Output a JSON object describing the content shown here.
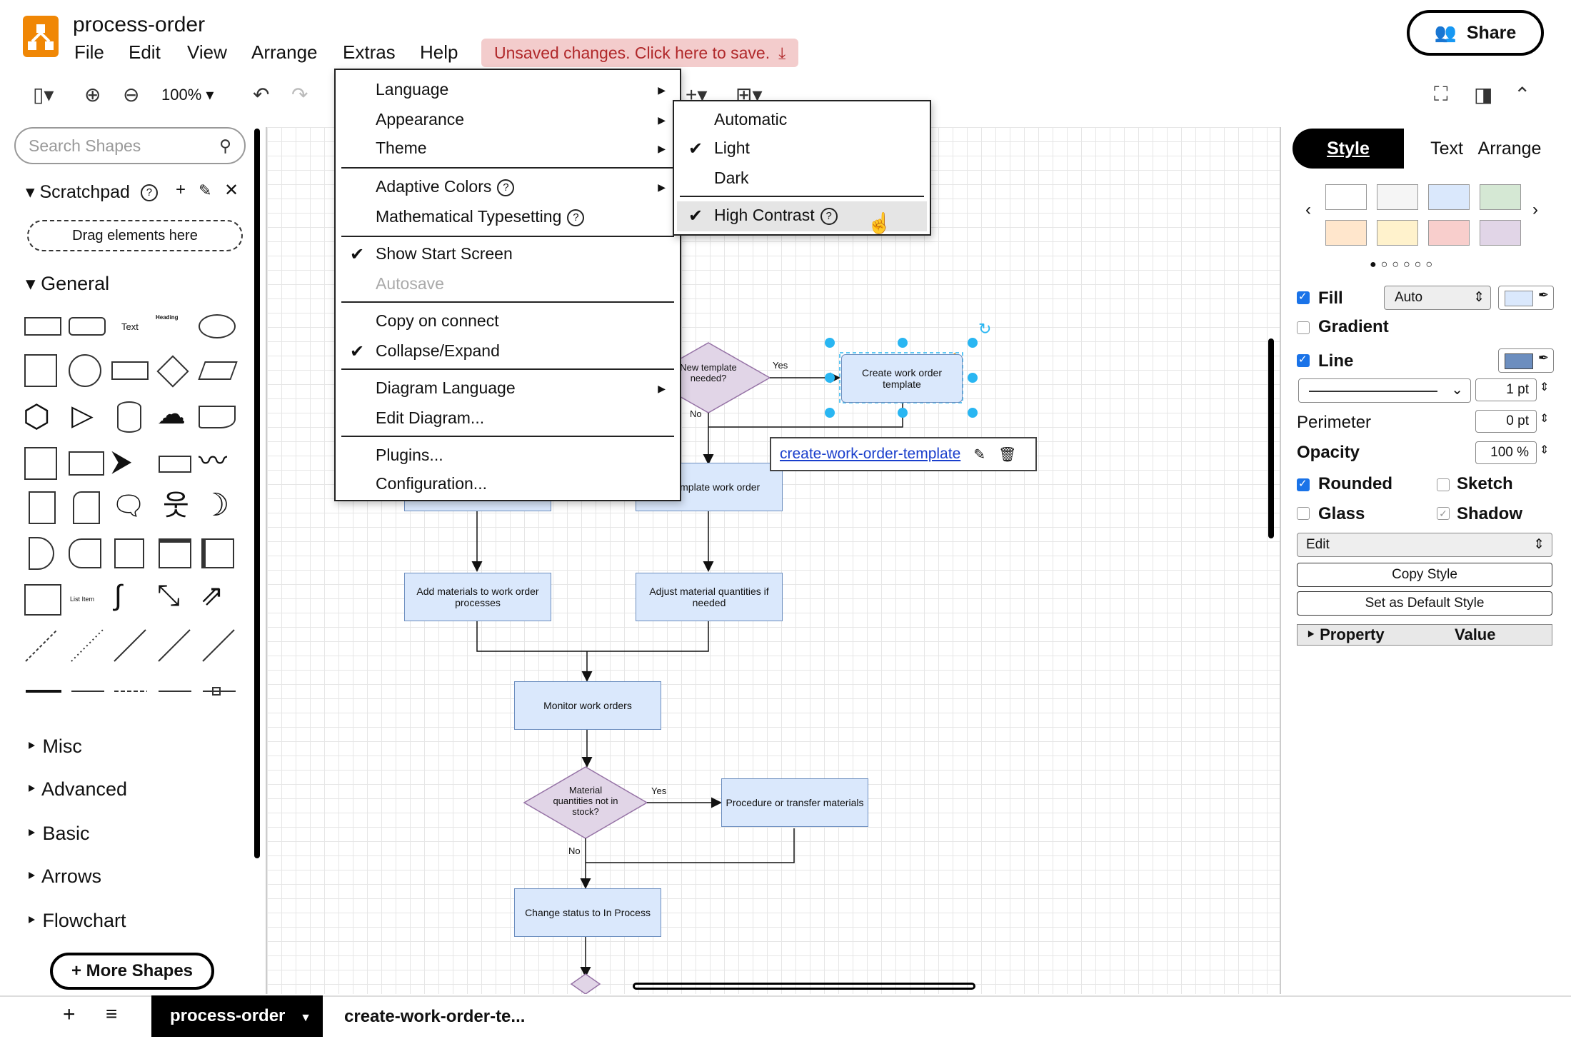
{
  "header": {
    "title": "process-order",
    "menus": [
      "File",
      "Edit",
      "View",
      "Arrange",
      "Extras",
      "Help"
    ],
    "unsaved": "Unsaved changes. Click here to save.",
    "share": "Share"
  },
  "toolbar": {
    "zoom": "100%"
  },
  "sidebar": {
    "search_placeholder": "Search Shapes",
    "scratchpad": "Scratchpad",
    "drag_here": "Drag elements here",
    "general": "General",
    "shape_text": "Text",
    "shape_heading": "Heading",
    "shape_list_item": "List Item",
    "sections": [
      "Misc",
      "Advanced",
      "Basic",
      "Arrows",
      "Flowchart"
    ],
    "more_shapes": "+ More Shapes"
  },
  "extras_menu": {
    "items": [
      "Language",
      "Appearance",
      "Theme",
      "Adaptive Colors",
      "Mathematical Typesetting",
      "Show Start Screen",
      "Autosave",
      "Copy on connect",
      "Collapse/Expand",
      "Diagram Language",
      "Edit Diagram...",
      "Plugins...",
      "Configuration..."
    ]
  },
  "appearance_menu": {
    "items": [
      "Automatic",
      "Light",
      "Dark",
      "High Contrast"
    ]
  },
  "diagram": {
    "new_template": "New template needed?",
    "yes1": "Yes",
    "no1": "No",
    "create_template": "Create work order template",
    "link_label": "create-work-order-template",
    "copy_template": "py template work order",
    "add_materials": "Add materials to work order processes",
    "adjust_materials": "Adjust material quantities if needed",
    "monitor": "Monitor work orders",
    "stock_question": "Material quantities not in stock?",
    "yes2": "Yes",
    "no2": "No",
    "procedure": "Procedure or transfer materials",
    "change_status": "Change status to In Process"
  },
  "right_panel": {
    "tabs": [
      "Style",
      "Text",
      "Arrange"
    ],
    "swatch_colors": [
      "#ffffff",
      "#f5f5f5",
      "#dae8fc",
      "#d5e8d4",
      "#ffe6cc",
      "#fff2cc",
      "#f8cecc",
      "#e1d5e7"
    ],
    "fill": "Fill",
    "fill_mode": "Auto",
    "gradient": "Gradient",
    "line": "Line",
    "line_width": "1 pt",
    "perimeter": "Perimeter",
    "perimeter_value": "0 pt",
    "opacity": "Opacity",
    "opacity_value": "100 %",
    "rounded": "Rounded",
    "sketch": "Sketch",
    "glass": "Glass",
    "shadow": "Shadow",
    "edit": "Edit",
    "copy_style": "Copy Style",
    "default_style": "Set as Default Style",
    "property": "Property",
    "value": "Value"
  },
  "bottom": {
    "active_tab": "process-order",
    "other_tab": "create-work-order-te..."
  }
}
